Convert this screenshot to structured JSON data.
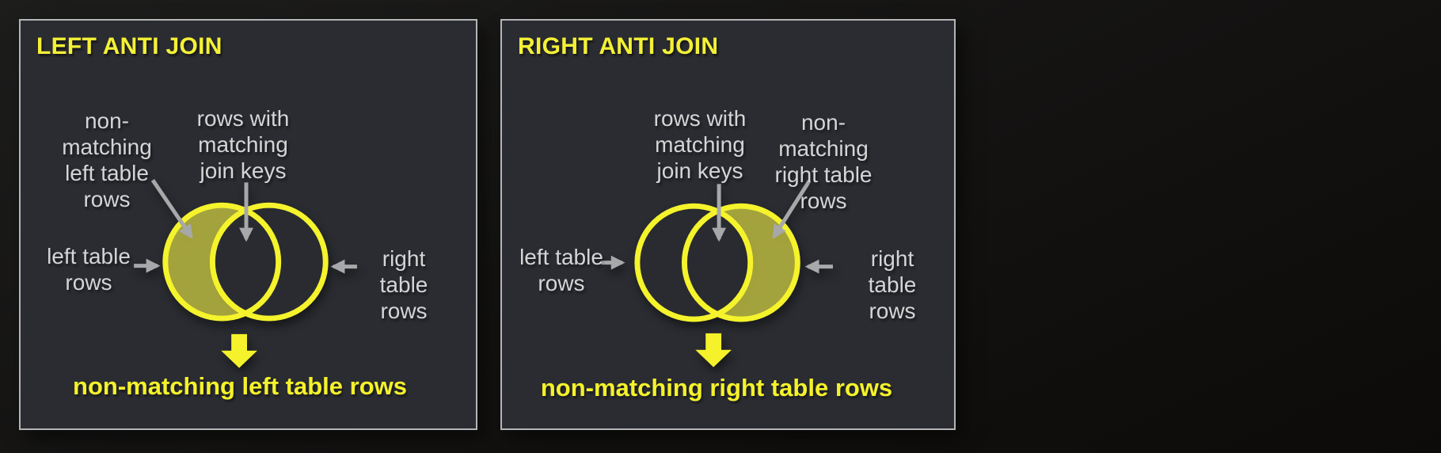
{
  "page": {
    "background": "#141312"
  },
  "colors": {
    "panel_bg": "#2a2c31",
    "panel_border": "#b4b5b7",
    "title_yellow": "#f4f136",
    "circle_stroke_yellow": "#f5f32c",
    "highlight_fill": "rgba(235,233,75,0.65)",
    "label_gray": "#d4d5d7",
    "arrow_gray": "#a7a8aa",
    "caption_yellow": "#f5f22b"
  },
  "panels": [
    {
      "title": "LEFT ANTI JOIN",
      "highlight": "left",
      "labels": {
        "non_matching": "non-\nmatching\nleft table\nrows",
        "matching": "rows with\nmatching\njoin keys",
        "left_table": "left table\nrows",
        "right_table": "right table\nrows"
      },
      "caption": "non-matching left table rows"
    },
    {
      "title": "RIGHT ANTI JOIN",
      "highlight": "right",
      "labels": {
        "non_matching": "non-\nmatching\nright table\nrows",
        "matching": "rows with\nmatching\njoin keys",
        "left_table": "left table\nrows",
        "right_table": "right table\nrows"
      },
      "caption": "non-matching right table rows"
    }
  ]
}
